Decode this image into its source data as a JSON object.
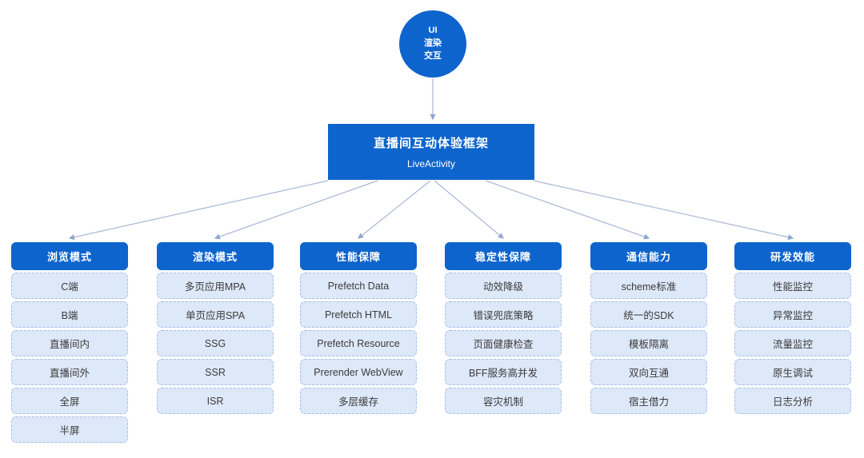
{
  "diagram": {
    "root": {
      "lines": [
        "UI",
        "渲染",
        "交互"
      ]
    },
    "frame": {
      "title": "直播间互动体验框架",
      "subtitle": "LiveActivity"
    },
    "columns": [
      {
        "header": "浏览模式",
        "items": [
          "C端",
          "B端",
          "直播间内",
          "直播间外",
          "全屏",
          "半屏"
        ]
      },
      {
        "header": "渲染模式",
        "items": [
          "多页应用MPA",
          "单页应用SPA",
          "SSG",
          "SSR",
          "ISR"
        ]
      },
      {
        "header": "性能保障",
        "items": [
          "Prefetch Data",
          "Prefetch HTML",
          "Prefetch Resource",
          "Prerender WebView",
          "多层缓存"
        ]
      },
      {
        "header": "稳定性保障",
        "items": [
          "动效降级",
          "错误兜底策略",
          "页面健康检查",
          "BFF服务高并发",
          "容灾机制"
        ]
      },
      {
        "header": "通信能力",
        "items": [
          "scheme标准",
          "统一的SDK",
          "模板隔离",
          "双向互通",
          "宿主借力"
        ]
      },
      {
        "header": "研发效能",
        "items": [
          "性能监控",
          "异常监控",
          "流量监控",
          "原生调试",
          "日志分析"
        ]
      }
    ],
    "colors": {
      "primary": "#0E64CD",
      "item_bg": "#DDE8F8",
      "item_border": "#A6C1EA",
      "item_text": "#3B3B3B",
      "connector": "#A9B8D6",
      "arrowhead": "#8FA6CE"
    }
  }
}
